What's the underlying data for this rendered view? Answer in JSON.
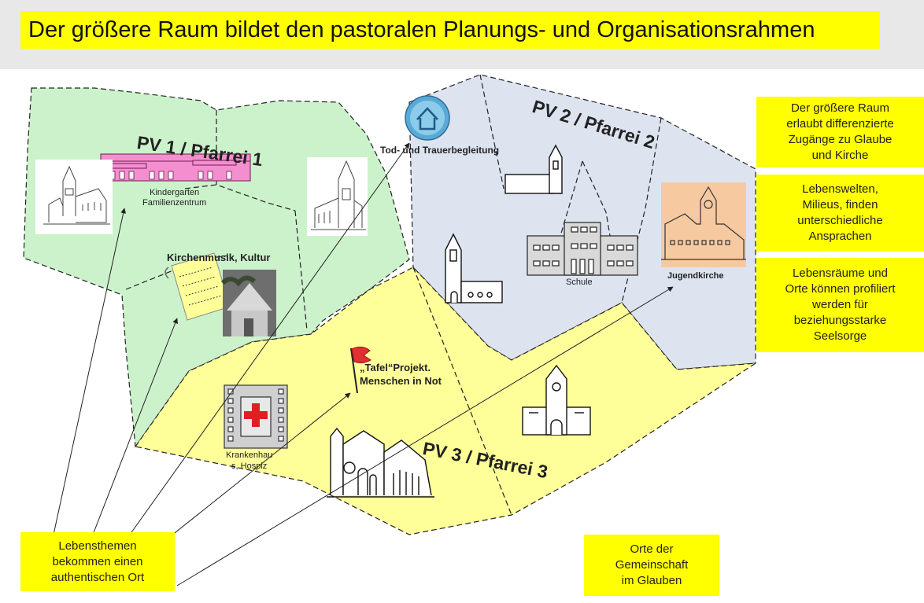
{
  "title": "Der größere Raum bildet den pastoralen Planungs- und Organisationsrahmen",
  "regions": {
    "pv1": "PV 1 / Pfarrei 1",
    "pv2": "PV 2 / Pfarrei 2",
    "pv3": "PV 3 / Pfarrei 3"
  },
  "places": {
    "kindergarten": "Kindergarten\nFamilienzentrum",
    "kirchenmusik": "Kirchenmusik, Kultur",
    "tod": "Tod- und Trauerbegleitung",
    "schule": "Schule",
    "jugendkirche": "Jugendkirche",
    "tafel": "„Tafel“Projekt.\nMenschen in Not",
    "krankenhaus": "Krankenhau\ns, Hospiz"
  },
  "notes": {
    "raum": "Der größere Raum\nerlaubt differenzierte\nZugänge zu Glaube\nund Kirche",
    "lebenswelten": "Lebenswelten,\nMilieus, finden\nunterschiedliche\nAnsprachen",
    "lebensraeume": "Lebensräume und\nOrte können profiliert\nwerden für\nbeziehungsstarke\nSeelsorge",
    "lebensthemen": "Lebensthemen\nbekommen einen\nauthentischen Ort",
    "orte": "Orte der\nGemeinschaft\nim Glauben"
  },
  "colors": {
    "header_band": "#e8e8e8",
    "highlight": "#ffff00",
    "pv1_fill": "#ccf2cc",
    "pv2_fill": "#dde4f0",
    "pv3_fill": "#ffff99",
    "kindergarten_pink": "#f48fcf",
    "jugendkirche_fill": "#f7c9a0",
    "home_icon_blue": "#5aa9d6"
  }
}
